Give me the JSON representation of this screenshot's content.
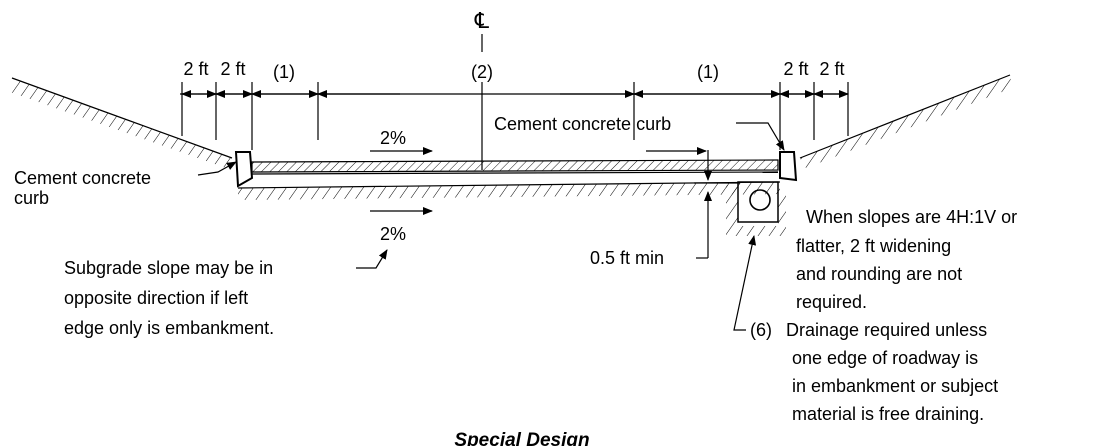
{
  "diagram": {
    "title": "Special Design",
    "centerline_symbol": "℄",
    "dims": {
      "two_ft": "2 ft",
      "shoulder": "(1)",
      "traveled_way": "(2)"
    },
    "curb_label_right": "Cement concrete curb",
    "curb_label_left": [
      "Cement concrete",
      "curb"
    ],
    "pavement_slope": "2%",
    "subgrade_slope": "2%",
    "subgrade_note": [
      "Subgrade slope may be in",
      "opposite direction if left",
      "edge only is embankment."
    ],
    "min_depth": "0.5 ft  min",
    "drain_ref": "(6)",
    "slopes_note": [
      "When slopes are 4H:1V or",
      "flatter, 2 ft widening",
      "and rounding are not",
      "required."
    ],
    "drainage_note": [
      "Drainage required unless",
      "one edge of roadway is",
      "in embankment or subject",
      "material is free draining."
    ]
  }
}
